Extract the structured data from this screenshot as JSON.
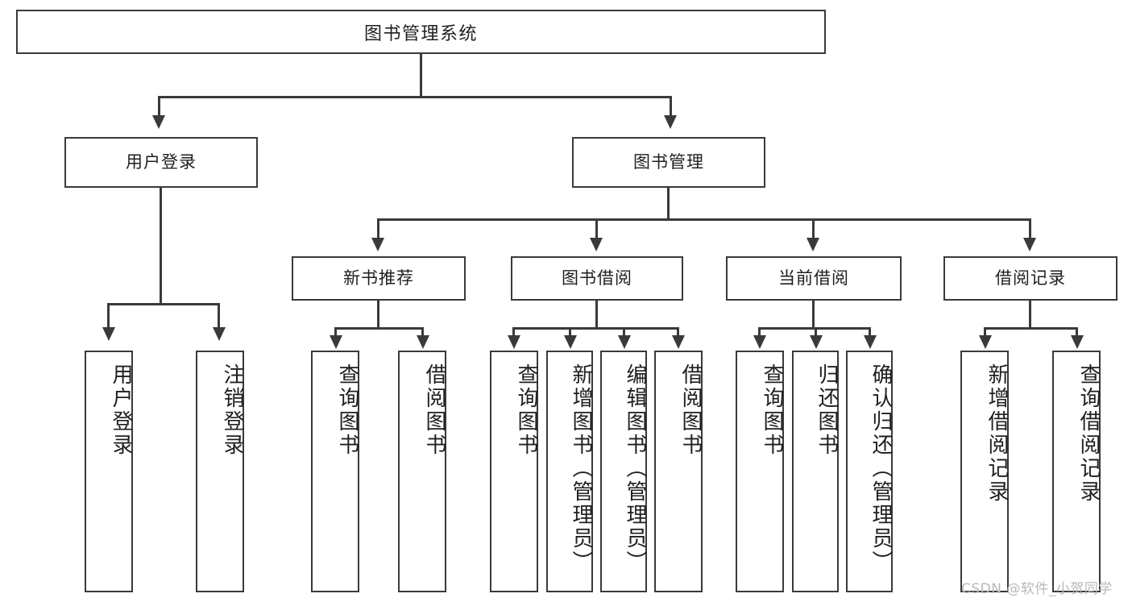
{
  "diagram": {
    "type": "tree-hierarchy",
    "title": "图书管理系统",
    "watermark": "CSDN @软件_小贺同学",
    "accent_color": "#3a3a3a",
    "background_color": "#ffffff",
    "nodes": {
      "root": {
        "label": "图书管理系统",
        "level": 1
      },
      "level2": [
        {
          "label": "用户登录",
          "level": 2
        },
        {
          "label": "图书管理",
          "level": 2
        }
      ],
      "level3": [
        {
          "label": "新书推荐",
          "level": 3
        },
        {
          "label": "图书借阅",
          "level": 3
        },
        {
          "label": "当前借阅",
          "level": 3
        },
        {
          "label": "借阅记录",
          "level": 3
        }
      ],
      "leaves": {
        "user_login": [
          {
            "label": "用户登录"
          },
          {
            "label": "注销登录"
          }
        ],
        "new_book_recommend": [
          {
            "label": "查询图书"
          },
          {
            "label": "借阅图书"
          }
        ],
        "book_borrow": [
          {
            "label": "查询图书"
          },
          {
            "label": "新增图书（管理员）"
          },
          {
            "label": "编辑图书（管理员）"
          },
          {
            "label": "借阅图书"
          }
        ],
        "current_borrow": [
          {
            "label": "查询图书"
          },
          {
            "label": "归还图书"
          },
          {
            "label": "确认归还（管理员）"
          }
        ],
        "borrow_record": [
          {
            "label": "新增借阅记录"
          },
          {
            "label": "查询借阅记录"
          }
        ]
      }
    }
  }
}
